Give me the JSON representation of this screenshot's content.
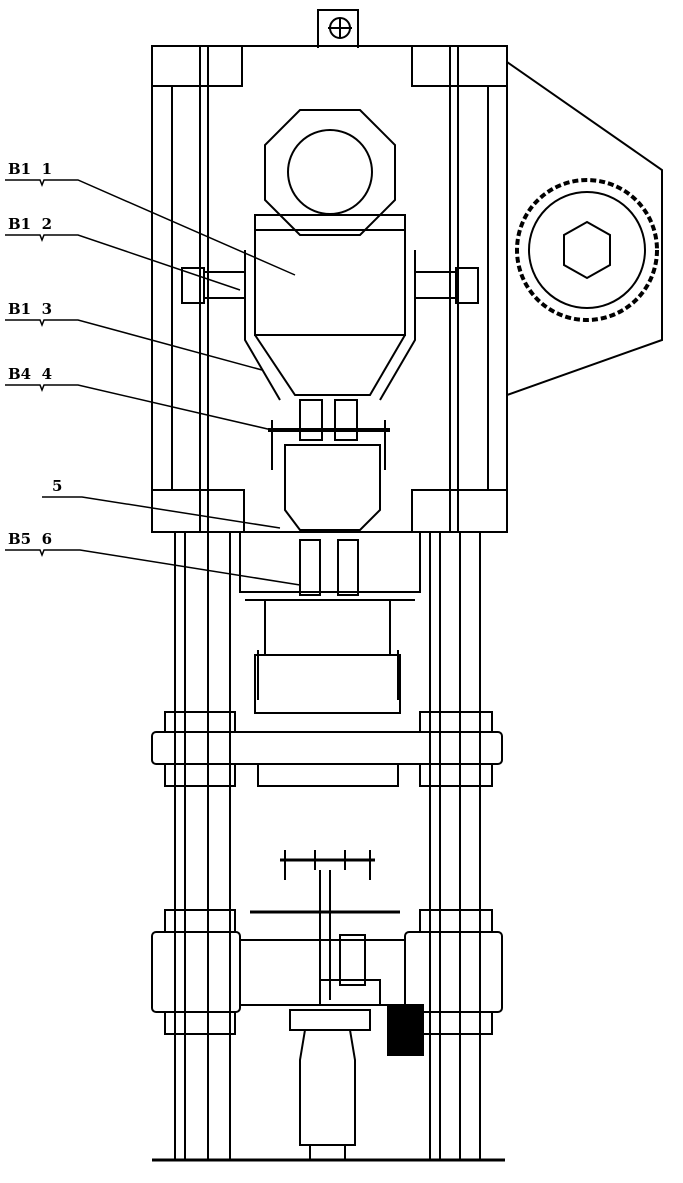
{
  "labels": [
    {
      "code": "B1",
      "num": "1"
    },
    {
      "code": "B1",
      "num": "2"
    },
    {
      "code": "B1",
      "num": "3"
    },
    {
      "code": "B4",
      "num": "4"
    },
    {
      "code": "",
      "num": "5"
    },
    {
      "code": "B5",
      "num": "6"
    }
  ],
  "colors": {
    "line": "#000000",
    "background": "#ffffff"
  }
}
